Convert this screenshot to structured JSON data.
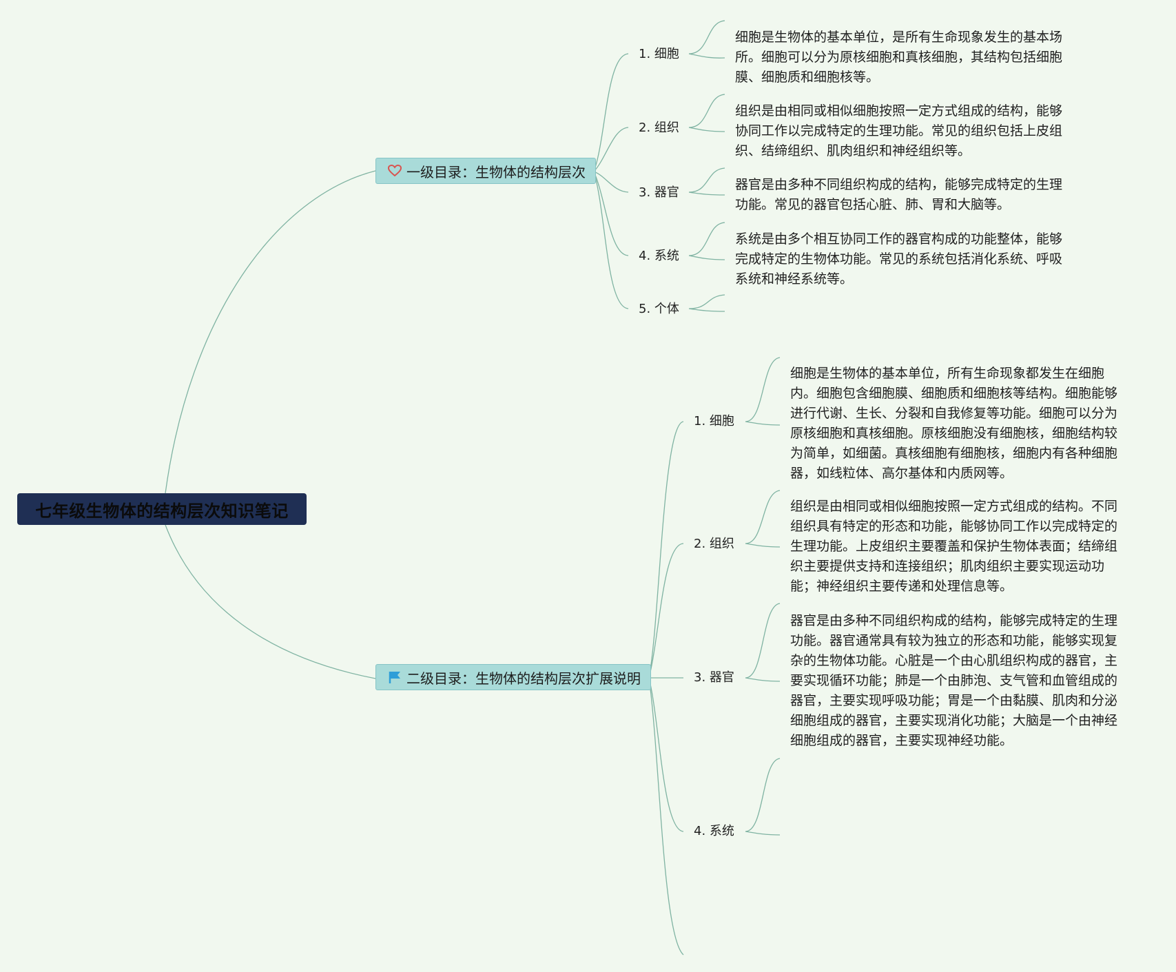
{
  "root": {
    "title": "七年级生物体的结构层次知识笔记"
  },
  "branches": [
    {
      "icon": "heart-icon",
      "label": "一级目录：生物体的结构层次",
      "children": [
        {
          "label": "1. 细胞",
          "description": "细胞是生物体的基本单位，是所有生命现象发生的基本场\n所。细胞可以分为原核细胞和真核细胞，其结构包括细胞\n膜、细胞质和细胞核等。"
        },
        {
          "label": "2. 组织",
          "description": "组织是由相同或相似细胞按照一定方式组成的结构，能够\n协同工作以完成特定的生理功能。常见的组织包括上皮组\n织、结缔组织、肌肉组织和神经组织等。"
        },
        {
          "label": "3. 器官",
          "description": "器官是由多种不同组织构成的结构，能够完成特定的生理\n功能。常见的器官包括心脏、肺、胃和大脑等。"
        },
        {
          "label": "4. 系统",
          "description": "系统是由多个相互协同工作的器官构成的功能整体，能够\n完成特定的生物体功能。常见的系统包括消化系统、呼吸\n系统和神经系统等。"
        },
        {
          "label": "5. 个体",
          "description": ""
        }
      ]
    },
    {
      "icon": "flag-icon",
      "label": "二级目录：生物体的结构层次扩展说明",
      "children": [
        {
          "label": "1. 细胞",
          "description": "细胞是生物体的基本单位，所有生命现象都发生在细胞\n内。细胞包含细胞膜、细胞质和细胞核等结构。细胞能够\n进行代谢、生长、分裂和自我修复等功能。细胞可以分为\n原核细胞和真核细胞。原核细胞没有细胞核，细胞结构较\n为简单，如细菌。真核细胞有细胞核，细胞内有各种细胞\n器，如线粒体、高尔基体和内质网等。"
        },
        {
          "label": "2. 组织",
          "description": "组织是由相同或相似细胞按照一定方式组成的结构。不同\n组织具有特定的形态和功能，能够协同工作以完成特定的\n生理功能。上皮组织主要覆盖和保护生物体表面；结缔组\n织主要提供支持和连接组织；肌肉组织主要实现运动功\n能；神经组织主要传递和处理信息等。"
        },
        {
          "label": "3. 器官",
          "description": "器官是由多种不同组织构成的结构，能够完成特定的生理\n功能。器官通常具有较为独立的形态和功能，能够实现复\n杂的生物体功能。心脏是一个由心肌组织构成的器官，主\n要实现循环功能；肺是一个由肺泡、支气管和血管组成的\n器官，主要实现呼吸功能；胃是一个由黏膜、肌肉和分泌\n细胞组成的器官，主要实现消化功能；大脑是一个由神经\n细胞组成的器官，主要实现神经功能。"
        },
        {
          "label": "4. 系统",
          "description": ""
        }
      ]
    }
  ],
  "colors": {
    "background": "#f1f8ef",
    "root_fill": "#1f2f54",
    "branch_fill": "#a9dbd9",
    "connector": "#7fb3a2",
    "heart": "#d9534f",
    "flag": "#2f9ed8"
  }
}
